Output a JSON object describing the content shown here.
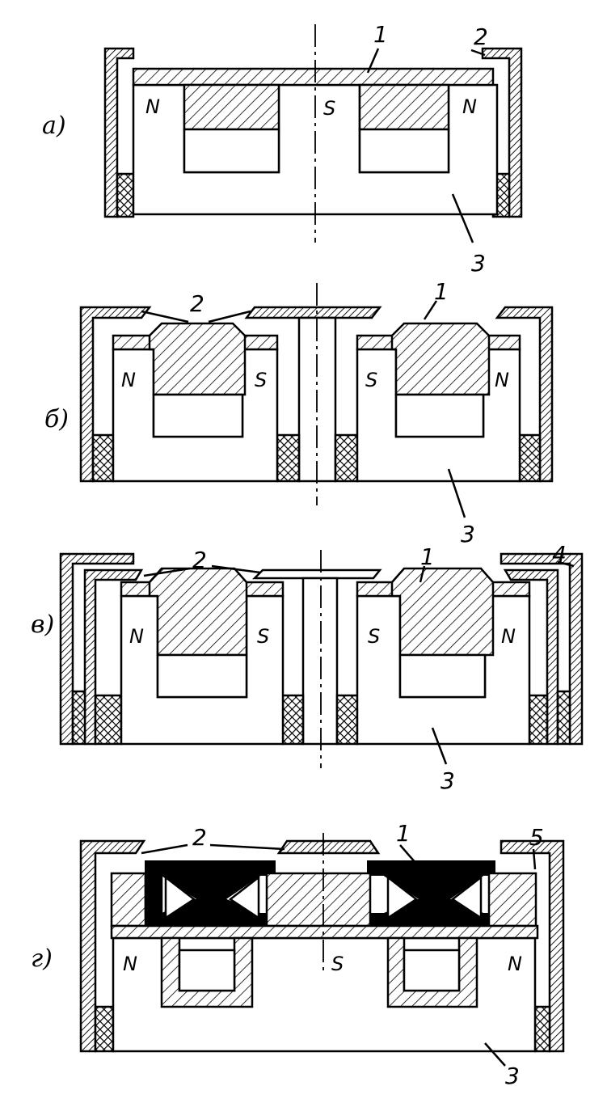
{
  "panels": [
    {
      "label": "а)",
      "callouts": [
        "1",
        "2",
        "3"
      ],
      "poles": [
        "N",
        "S",
        "N"
      ]
    },
    {
      "label": "б)",
      "callouts": [
        "2",
        "1",
        "3"
      ],
      "poles": [
        "N",
        "S",
        "S",
        "N"
      ]
    },
    {
      "label": "в)",
      "callouts": [
        "2",
        "1",
        "4",
        "3"
      ],
      "poles": [
        "N",
        "S",
        "S",
        "N"
      ]
    },
    {
      "label": "г)",
      "callouts": [
        "2",
        "1",
        "5",
        "3"
      ],
      "poles": [
        "N",
        "S",
        "N"
      ]
    }
  ]
}
